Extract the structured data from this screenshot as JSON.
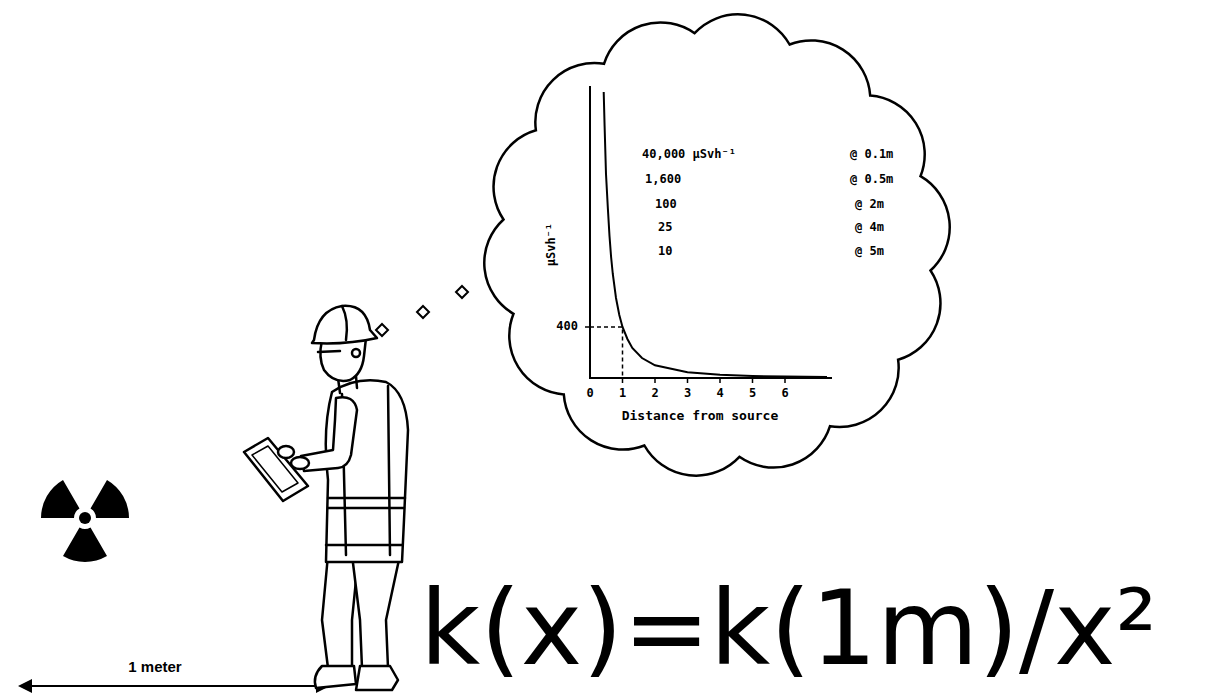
{
  "diagram": {
    "nodes": [
      {
        "text": [
          "40,000 μSvh⁻¹",
          "@ 0.1m",
          "1,600",
          "@ 0.5m",
          "100",
          "@ 2m",
          "25",
          "@ 4m",
          "10",
          "@ 5m",
          "μSvh⁻¹",
          "400",
          "0",
          "1",
          "2",
          "3",
          "4",
          "5",
          "6",
          "Distance from source"
        ]
      }
    ],
    "labels": [
      "1 meter",
      "k(x)=k(1m)/x²"
    ]
  }
}
